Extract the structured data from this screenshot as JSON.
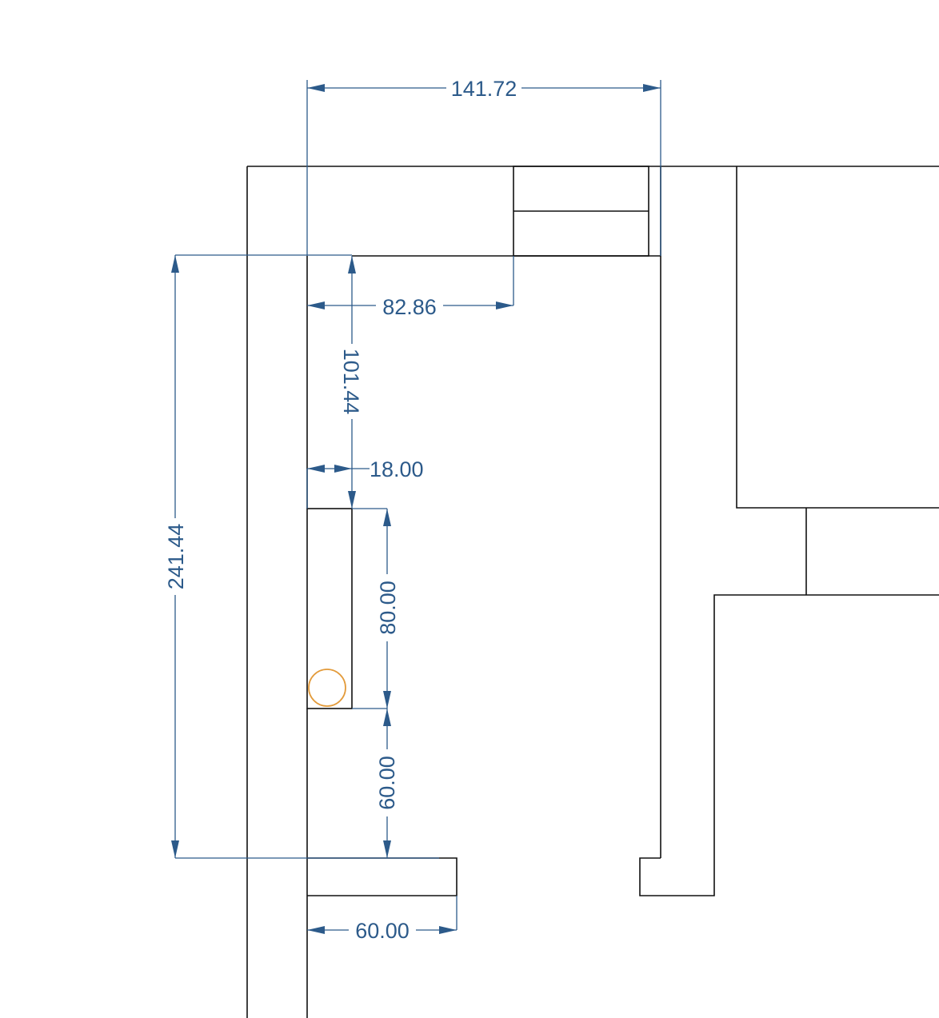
{
  "dimensions": {
    "top_width": "141.72",
    "upper_offset": "82.86",
    "upper_depth": "101.44",
    "niche_depth": "18.00",
    "niche_height": "80.00",
    "lower_gap": "60.00",
    "total_height": "241.44",
    "bottom_width": "60.00"
  },
  "colors": {
    "wall": "#111111",
    "dimension": "#2c5a8a",
    "marker": "#e39b3b"
  }
}
